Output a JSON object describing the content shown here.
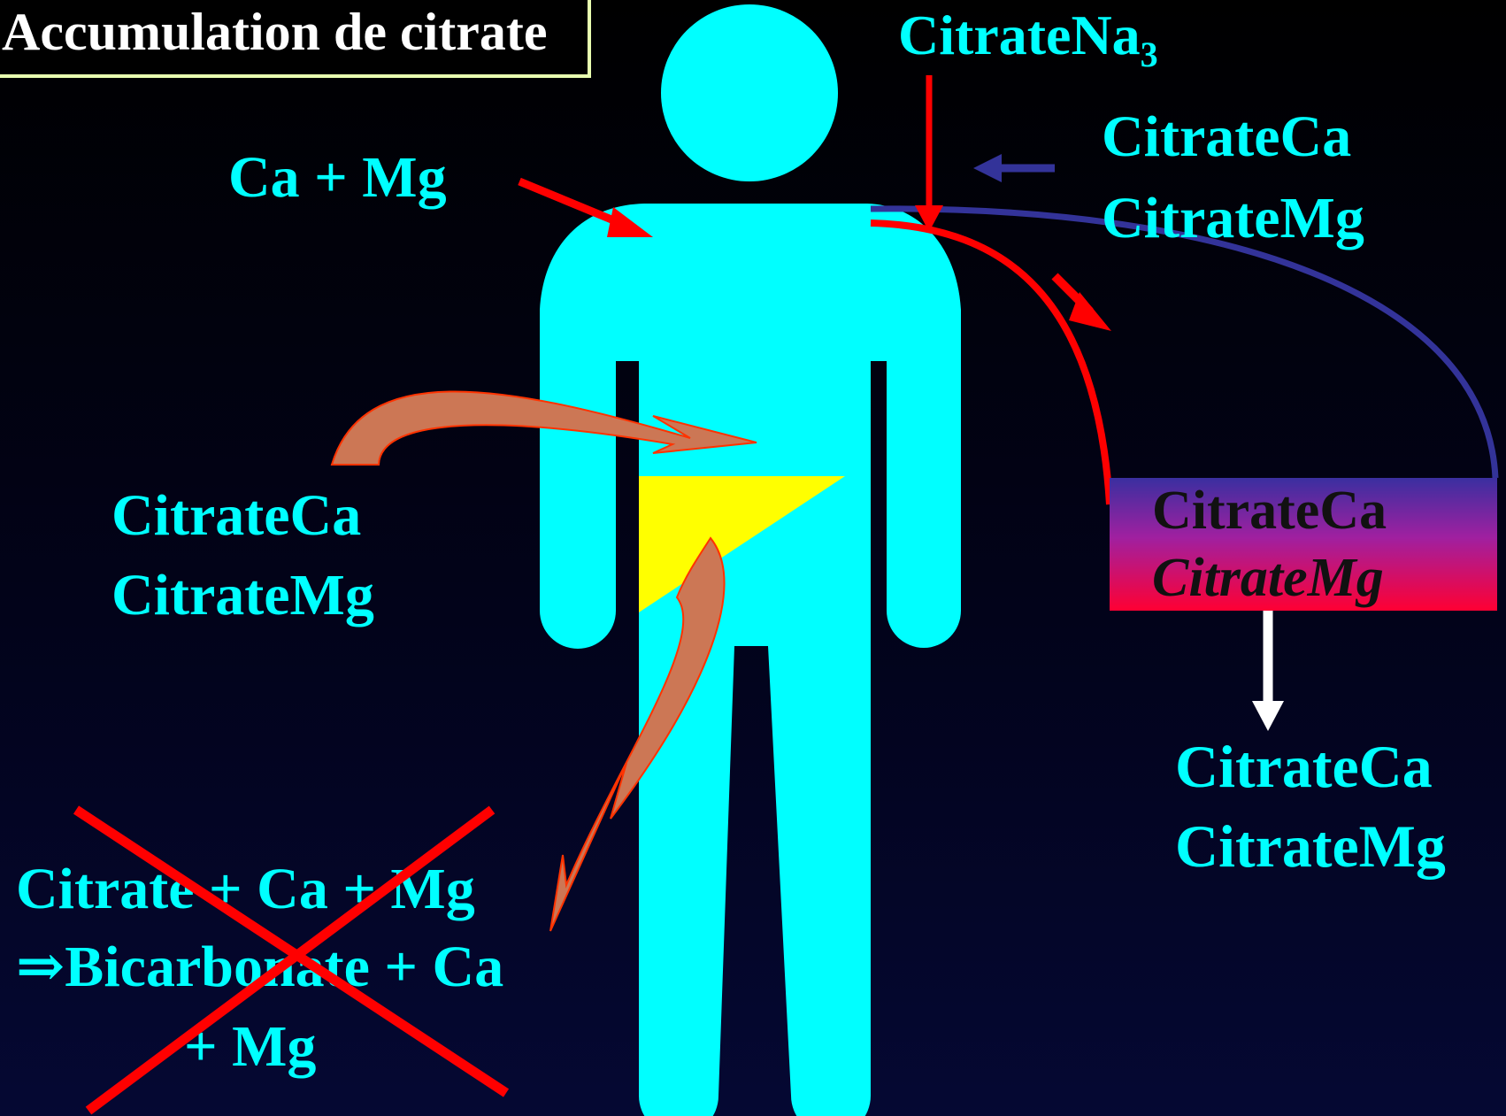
{
  "title": "Accumulation de citrate",
  "labels": {
    "citrate_na3_main": "CitrateNa",
    "citrate_na3_sub": "3",
    "ca_mg": "Ca + Mg",
    "right_top_ca": "CitrateCa",
    "right_top_mg": "CitrateMg",
    "left_mid_ca": "CitrateCa",
    "left_mid_mg": "CitrateMg",
    "box_ca": "CitrateCa",
    "box_mg": "CitrateMg",
    "right_bottom_ca": "CitrateCa",
    "right_bottom_mg": "CitrateMg",
    "reaction_line1": "Citrate + Ca + Mg",
    "reaction_line2": "⇒Bicarbonate + Ca",
    "reaction_line3": "+ Mg"
  },
  "colors": {
    "body": "#00ffff",
    "liver": "#ffff00",
    "text": "#00ffff",
    "red_arrow": "#ff0000",
    "blue_arrow": "#333399",
    "curved_arrow_fill": "#cc7755",
    "white_arrow": "#ffffff"
  }
}
